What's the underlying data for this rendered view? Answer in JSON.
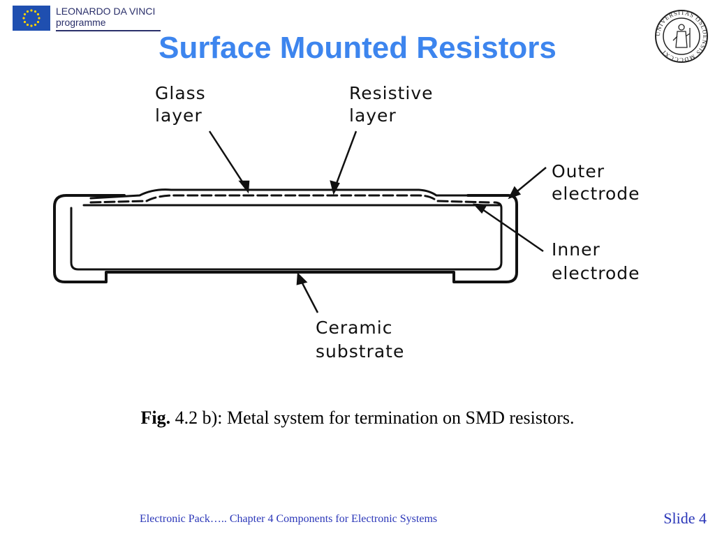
{
  "header": {
    "programme_line1": "LEONARDO DA VINCI",
    "programme_line2": "programme",
    "university_seal_text": "UNIVERSITAS OSLOENSIS MDCCCXI"
  },
  "title": "Surface Mounted Resistors",
  "figure": {
    "labels": {
      "glass_line1": "Glass",
      "glass_line2": "layer",
      "resistive_line1": "Resistive",
      "resistive_line2": "layer",
      "outer_line1": "Outer",
      "outer_line2": "electrode",
      "inner_line1": "Inner",
      "inner_line2": "electrode",
      "ceramic_line1": "Ceramic",
      "ceramic_line2": "substrate"
    }
  },
  "caption": {
    "prefix": "Fig.",
    "text": " 4.2 b): Metal system for termination on SMD resistors."
  },
  "footer": {
    "text": "Electronic Pack…..   Chapter 4 Components for Electronic Systems",
    "slide": "Slide 4"
  },
  "colors": {
    "title": "#3d85ee",
    "footer": "#2a36b8",
    "eu_flag": "#1f4fb0",
    "eu_stars": "#ffd400"
  }
}
